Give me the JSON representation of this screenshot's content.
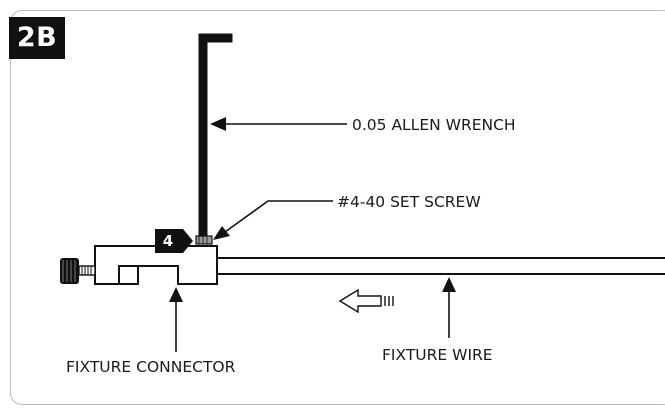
{
  "step_label": "2B",
  "torque_badge": "4",
  "labels": {
    "allen_wrench": "0.05 ALLEN WRENCH",
    "set_screw": "#4-40 SET SCREW",
    "fixture_connector": "FIXTURE CONNECTOR",
    "fixture_wire": "FIXTURE WIRE"
  },
  "colors": {
    "ink": "#111111",
    "frame": "#bcbcbc",
    "screw_metal": "#9a9a9a"
  }
}
